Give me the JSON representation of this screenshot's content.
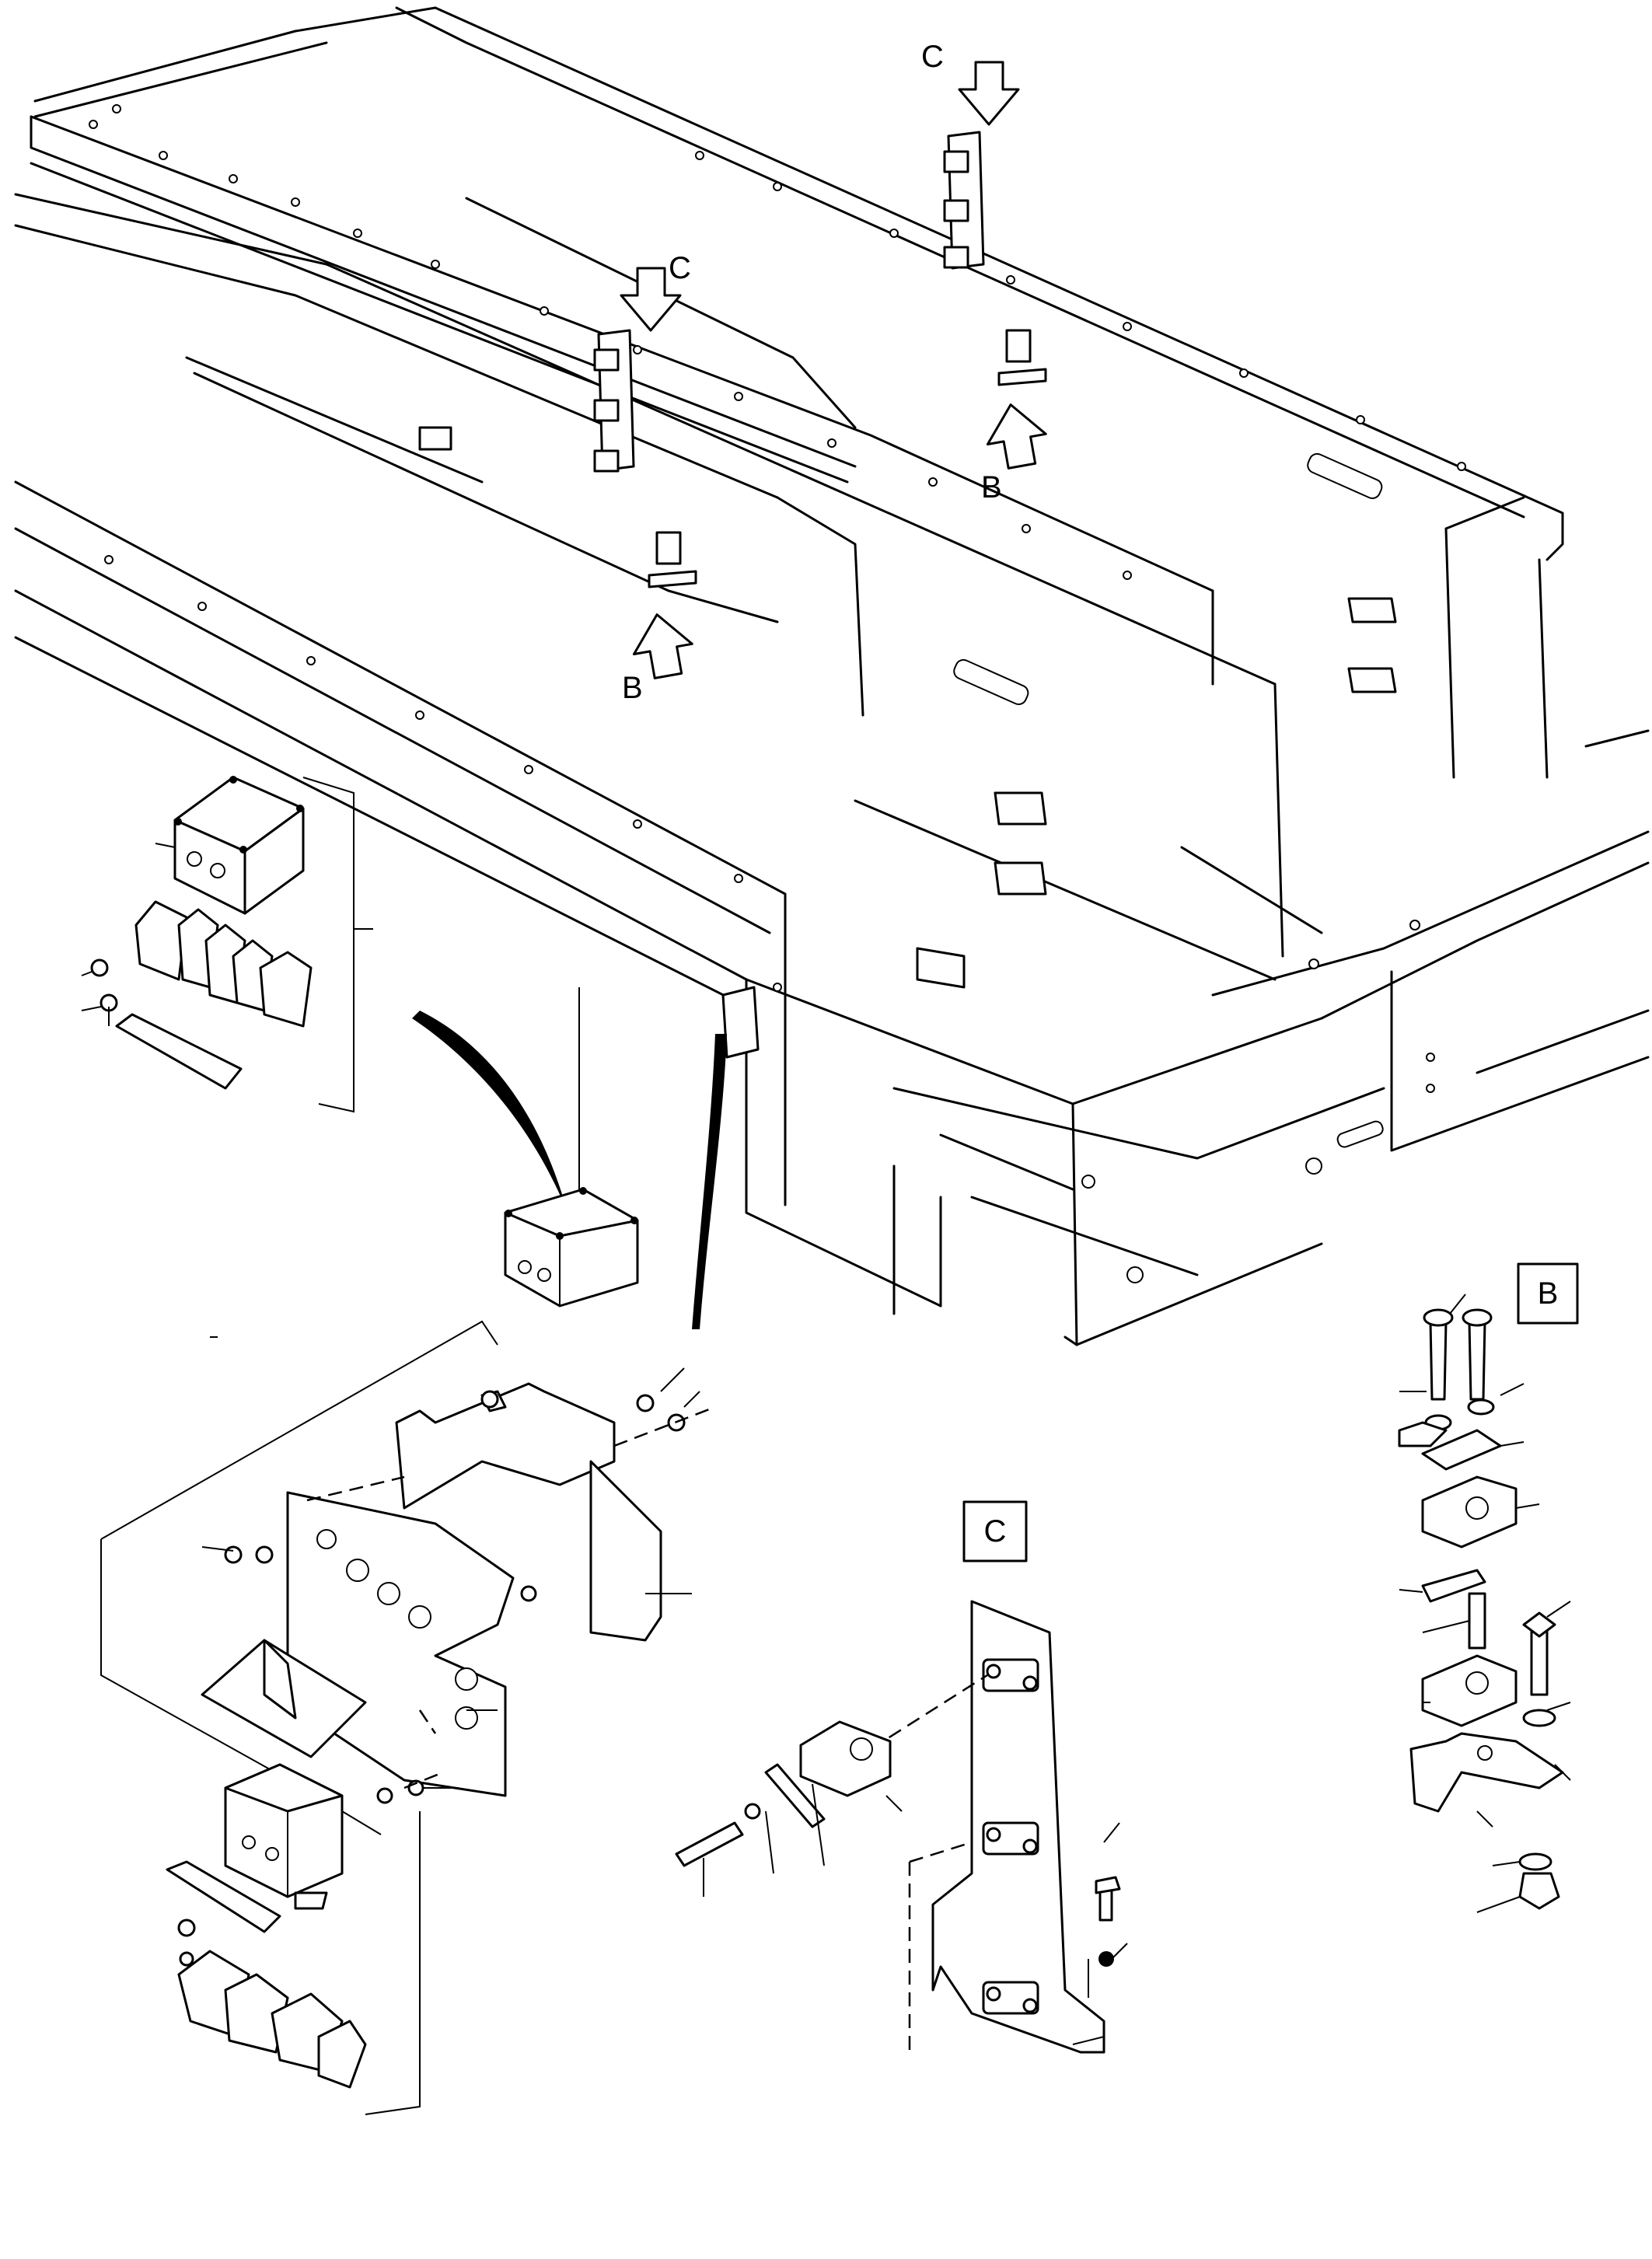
{
  "diagram": {
    "view_markers": [
      {
        "key": "c1",
        "text": "C"
      },
      {
        "key": "c2",
        "text": "C"
      },
      {
        "key": "b1",
        "text": "B"
      },
      {
        "key": "b2",
        "text": "B"
      }
    ],
    "detail_boxes": [
      {
        "key": "detail-b",
        "text": "B"
      },
      {
        "key": "detail-c",
        "text": "C"
      }
    ]
  }
}
